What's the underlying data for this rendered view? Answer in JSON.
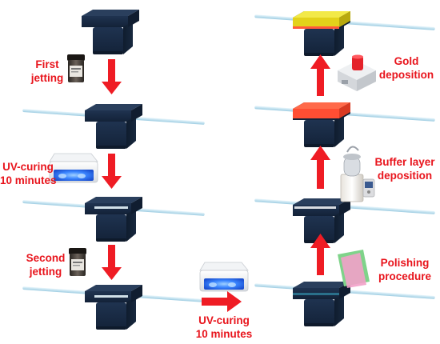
{
  "steps": {
    "first_jetting": [
      "First",
      "jetting"
    ],
    "uv_curing_1": [
      "UV-curing",
      "10 minutes"
    ],
    "second_jetting": [
      "Second",
      "jetting"
    ],
    "uv_curing_2": [
      "UV-curing",
      "10 minutes"
    ],
    "polishing": [
      "Polishing",
      "procedure"
    ],
    "buffer_layer": [
      "Buffer layer",
      "deposition"
    ],
    "gold": [
      "Gold",
      "deposition"
    ]
  },
  "colors": {
    "label_red": "#e8141c",
    "arrow_red": "#ef1c24",
    "block_navy": "#1b2d45",
    "fiber": "#bfe0ef",
    "copper_layer": "#ff5a3c",
    "gold_layer": "#e8dc1c",
    "uv_glow": "#2f7dff"
  },
  "icons": [
    "vial-icon",
    "uv-lamp-icon",
    "polishing-paper-icon",
    "sputter-coater-icon",
    "gold-coater-icon"
  ]
}
